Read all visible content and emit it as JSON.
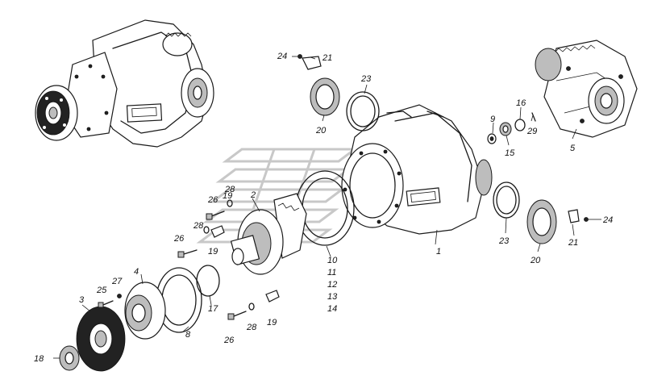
{
  "labels": {
    "p1": "1",
    "p2": "2",
    "p3": "3",
    "p4": "4",
    "p5": "5",
    "p8": "8",
    "p9": "9",
    "p10": "10",
    "p11": "11",
    "p12": "12",
    "p13": "13",
    "p14": "14",
    "p15": "15",
    "p16": "16",
    "p17": "17",
    "p18": "18",
    "p19a": "19",
    "p19b": "19",
    "p19c": "19",
    "p20a": "20",
    "p20b": "20",
    "p21a": "21",
    "p21b": "21",
    "p23a": "23",
    "p23b": "23",
    "p24a": "24",
    "p24b": "24",
    "p25": "25",
    "p26a": "26",
    "p26b": "26",
    "p26c": "26",
    "p27": "27",
    "p28a": "28",
    "p28b": "28",
    "p28c": "28",
    "p29": "29"
  }
}
